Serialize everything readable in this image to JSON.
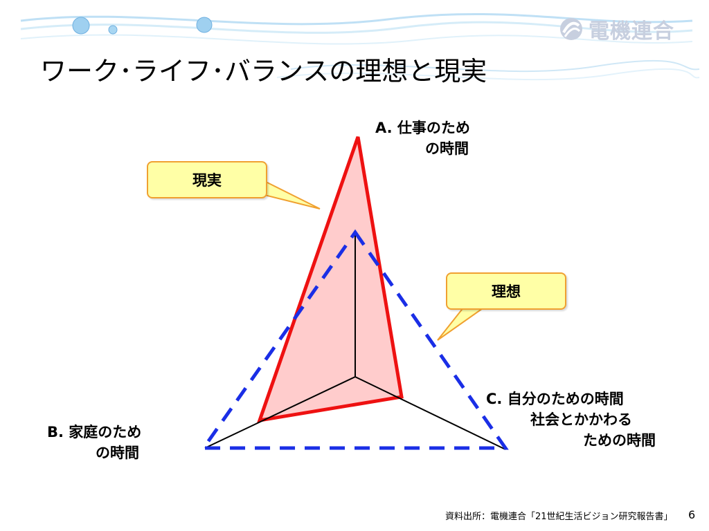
{
  "slide": {
    "title": "ワーク･ライフ･バランスの理想と現実",
    "logo_text": "電機連合",
    "source": "資料出所：電機連合「21世紀生活ビジョン研究報告書」",
    "page_number": "6"
  },
  "diagram": {
    "axis_a": {
      "line1": "A. 仕事のため",
      "line2": "の時間"
    },
    "axis_b": {
      "line1": "B. 家庭のため",
      "line2": "の時間"
    },
    "axis_c": {
      "line1": "C. 自分のための時間",
      "line2": "社会とかかわる",
      "line3": "ための時間"
    },
    "callout_real": "現実",
    "callout_ideal": "理想",
    "colors": {
      "real_stroke": "#ee1111",
      "real_fill": "#ffcccc",
      "ideal_stroke": "#1a2ee6",
      "callout_fill": "#ffffa6",
      "callout_border": "#f0a030"
    }
  }
}
